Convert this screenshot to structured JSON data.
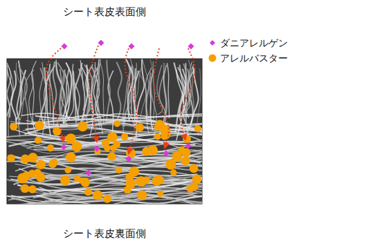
{
  "diagram": {
    "labels": [
      "シート表皮表面側",
      "シート表皮裏面側"
    ],
    "legend": [
      {
        "text": "ダニアレルゲン"
      },
      {
        "text": "アレルバスター"
      }
    ]
  }
}
